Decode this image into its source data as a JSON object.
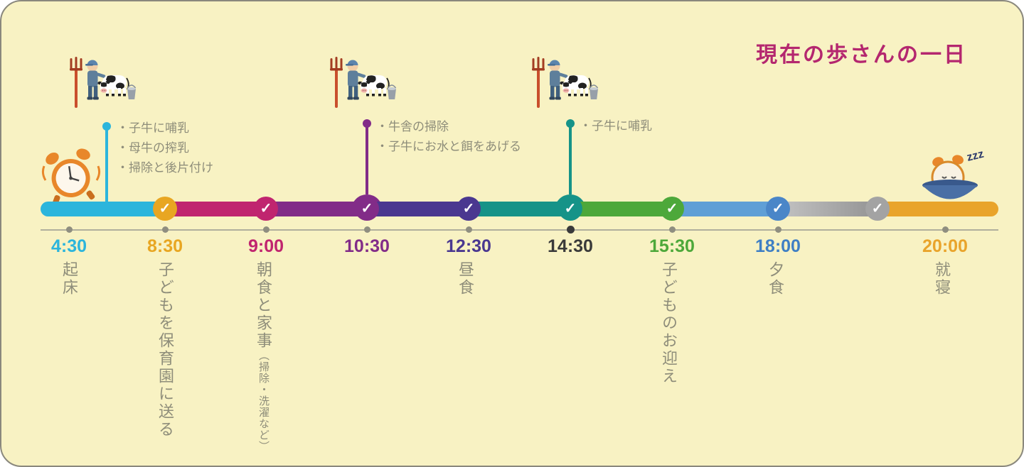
{
  "title": "現在の歩さんの一日",
  "colors": {
    "background": "#f8f2c3",
    "title": "#b4276f",
    "label_gray": "#8e8d7a",
    "segment_colors": [
      "#2cb5dc",
      "#c0256f",
      "#822c88",
      "#4a3890",
      "#169388",
      "#4da83a",
      "#5f9fd6",
      "#a3a3a3",
      "#e9a42b"
    ]
  },
  "timeline": {
    "events": [
      {
        "time": "4:30",
        "label": "起床",
        "color": "#2cb5dc"
      },
      {
        "time": "8:30",
        "label": "子どもを保育園に送る",
        "color": "#e8a622"
      },
      {
        "time": "9:00",
        "label": "朝食と家事",
        "note": "（掃除・洗濯など）",
        "color": "#c0256f"
      },
      {
        "time": "10:30",
        "label": "",
        "color": "#822c88"
      },
      {
        "time": "12:30",
        "label": "昼食",
        "color": "#4a3890"
      },
      {
        "time": "14:30",
        "label": "",
        "color": "#169388",
        "highlight": true
      },
      {
        "time": "15:30",
        "label": "子どものお迎え",
        "color": "#4da83a"
      },
      {
        "time": "18:00",
        "label": "夕食",
        "color": "#3f7fc4"
      },
      {
        "time": "20:00",
        "label": "就寝",
        "color": "#e9a42b"
      }
    ],
    "callouts": {
      "morning": {
        "items": [
          "・子牛に哺乳",
          "・母牛の搾乳",
          "・掃除と後片付け"
        ],
        "color": "#2cb5dc"
      },
      "midmorning": {
        "items": [
          "・牛舎の掃除",
          "・子牛にお水と餌をあげる"
        ],
        "color": "#822c88"
      },
      "afternoon": {
        "items": [
          "・子牛に哺乳"
        ],
        "color": "#169388"
      }
    }
  },
  "icons": {
    "check": "✓",
    "sleep_text": "zzz"
  }
}
